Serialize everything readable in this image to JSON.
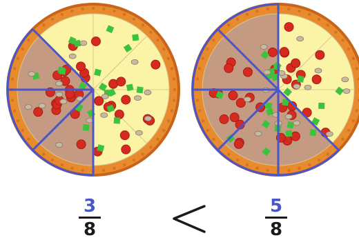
{
  "pizzas": [
    {
      "total_slices": 8,
      "shaded_slices": 3,
      "shaded_start_index": 4
    },
    {
      "total_slices": 8,
      "shaded_slices": 5,
      "shaded_start_index": 3
    }
  ],
  "fractions": [
    {
      "numerator": "3",
      "denominator": "8"
    },
    {
      "numerator": "5",
      "denominator": "8"
    }
  ],
  "comparison": {
    "symbol": "<"
  },
  "colors": {
    "crust": "#e88a2e",
    "crust_dark": "#c8641a",
    "cheese": "#fbf3a6",
    "cheese_shaded": "#c49a82",
    "pepperoni": "#d42a20",
    "pepper": "#3cc23c",
    "mushroom": "#c8b9a3",
    "outline": "#4a56c8",
    "numerator": "#4a56c8",
    "denominator": "#1a1a1a",
    "divider": "#d8c88c",
    "symbol": "#1a1a1a"
  }
}
